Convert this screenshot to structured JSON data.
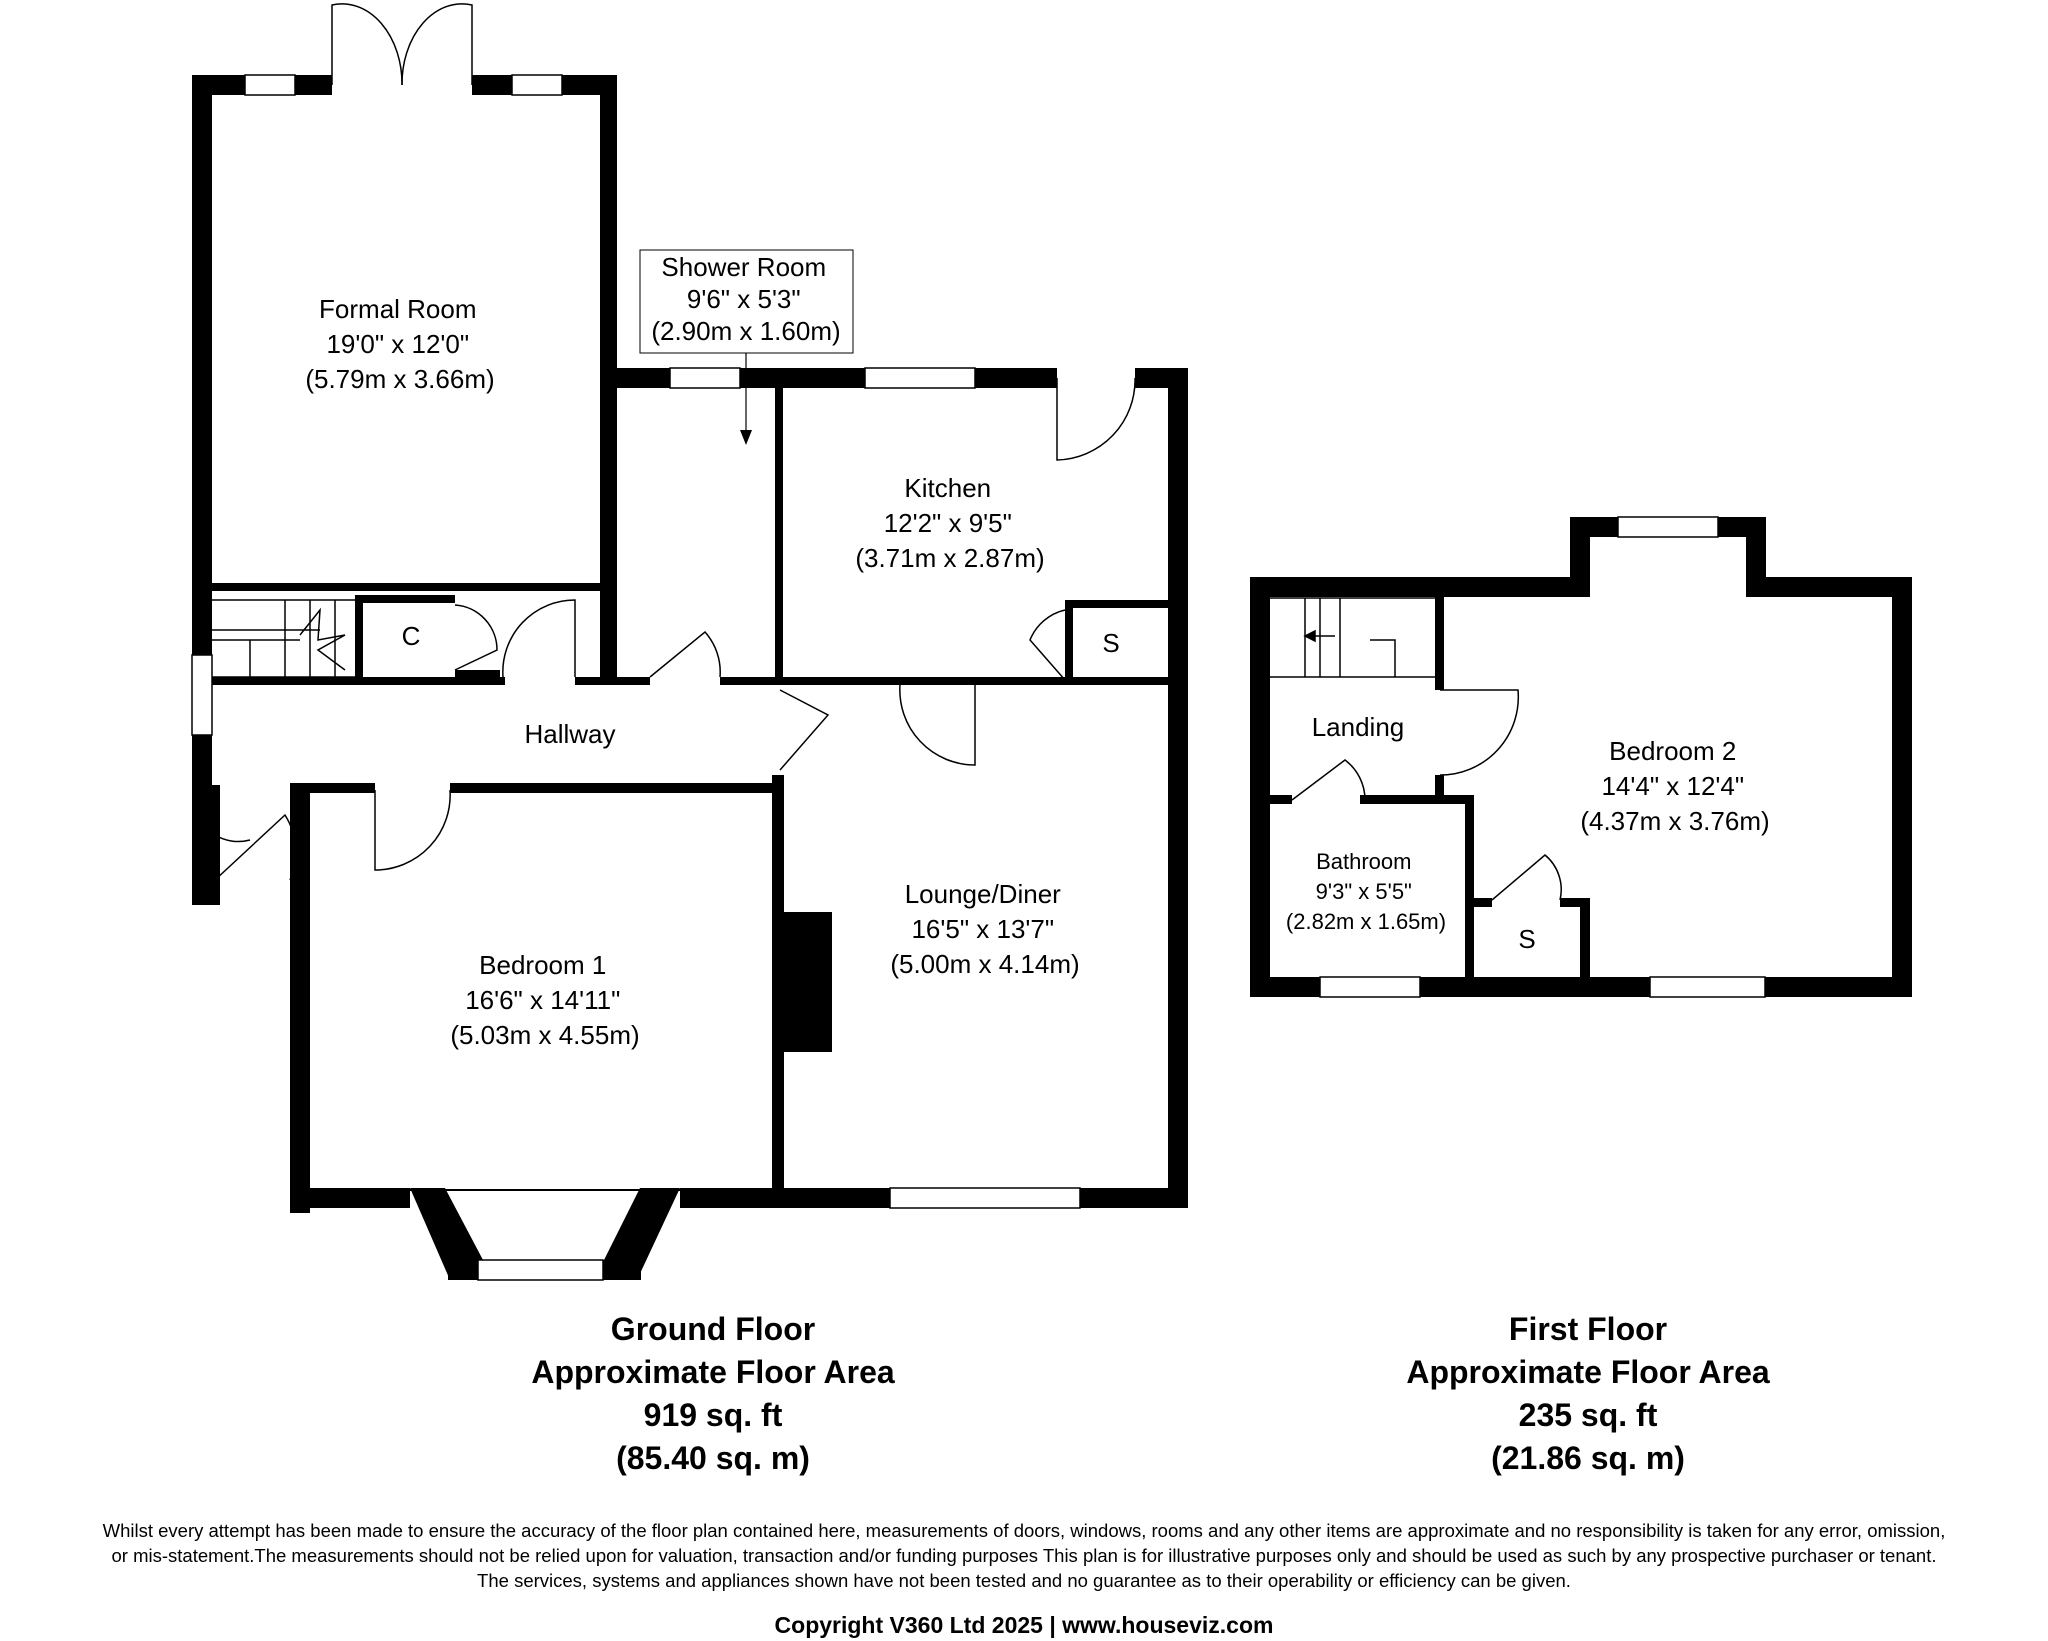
{
  "ground_floor": {
    "rooms": {
      "formal_room": {
        "name": "Formal Room",
        "imperial": "19'0\" x 12'0\"",
        "metric": "(5.79m x 3.66m)"
      },
      "shower_room": {
        "name": "Shower Room",
        "imperial": "9'6\" x 5'3\"",
        "metric": "(2.90m x 1.60m)"
      },
      "kitchen": {
        "name": "Kitchen",
        "imperial": "12'2\" x 9'5\"",
        "metric": "(3.71m x 2.87m)"
      },
      "hallway": {
        "name": "Hallway"
      },
      "lounge_diner": {
        "name": "Lounge/Diner",
        "imperial": "16'5\" x 13'7\"",
        "metric": "(5.00m x 4.14m)"
      },
      "bedroom_1": {
        "name": "Bedroom 1",
        "imperial": "16'6\" x 14'11\"",
        "metric": "(5.03m x 4.55m)"
      },
      "cupboard": "C",
      "storage": "S"
    },
    "summary": {
      "floor": "Ground Floor",
      "label": "Approximate Floor Area",
      "sq_ft": "919 sq. ft",
      "sq_m": "(85.40 sq. m)"
    }
  },
  "first_floor": {
    "rooms": {
      "landing": {
        "name": "Landing"
      },
      "bedroom_2": {
        "name": "Bedroom 2",
        "imperial": "14'4\" x 12'4\"",
        "metric": "(4.37m x 3.76m)"
      },
      "bathroom": {
        "name": "Bathroom",
        "imperial": "9'3\" x 5'5\"",
        "metric": "(2.82m x 1.65m)"
      },
      "storage": "S"
    },
    "summary": {
      "floor": "First Floor",
      "label": "Approximate Floor Area",
      "sq_ft": "235 sq. ft",
      "sq_m": "(21.86 sq. m)"
    }
  },
  "disclaimer": [
    "Whilst every attempt has been made to ensure the accuracy of the floor plan contained here, measurements of doors, windows, rooms and any other items are approximate and no responsibility is taken for any error, omission,",
    "or mis-statement.The measurements should not be relied upon for valuation, transaction and/or funding purposes This plan is for illustrative purposes only and should be used as such by any prospective purchaser or tenant.",
    "The services, systems and appliances shown have not been tested and no guarantee as to their operability or efficiency can be given."
  ],
  "copyright": "Copyright V360 Ltd 2025 | www.houseviz.com"
}
